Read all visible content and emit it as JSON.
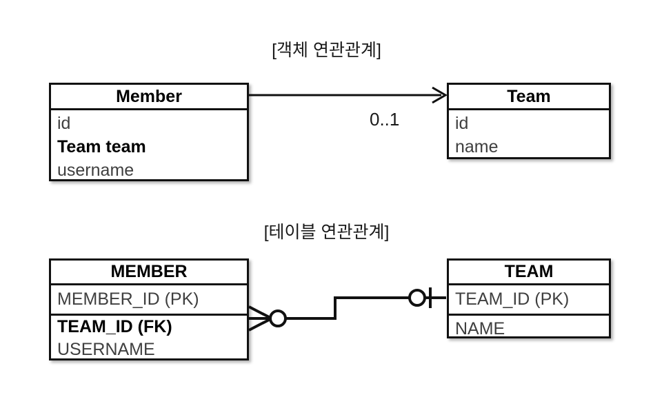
{
  "diagram": {
    "type": "entity-relationship",
    "sections": [
      {
        "title": "[객체 연관관계]",
        "kind": "object-model",
        "entities": [
          {
            "name": "Member",
            "fields": [
              {
                "label": "id",
                "emphasis": "normal"
              },
              {
                "label": "Team team",
                "emphasis": "bold"
              },
              {
                "label": "username",
                "emphasis": "normal"
              }
            ]
          },
          {
            "name": "Team",
            "fields": [
              {
                "label": "id",
                "emphasis": "normal"
              },
              {
                "label": "name",
                "emphasis": "normal"
              }
            ]
          }
        ],
        "relationship": {
          "from": "Member",
          "to": "Team",
          "style": "directed-association-arrow",
          "multiplicity_label": "0..1"
        }
      },
      {
        "title": "[테이블 연관관계]",
        "kind": "table-model",
        "entities": [
          {
            "name": "MEMBER",
            "fields": [
              {
                "label": "MEMBER_ID (PK)",
                "emphasis": "normal"
              },
              {
                "label": "TEAM_ID (FK)",
                "emphasis": "bold"
              },
              {
                "label": "USERNAME",
                "emphasis": "normal"
              }
            ]
          },
          {
            "name": "TEAM",
            "fields": [
              {
                "label": "TEAM_ID (PK)",
                "emphasis": "normal"
              },
              {
                "label": "NAME",
                "emphasis": "normal"
              }
            ]
          }
        ],
        "relationship": {
          "from": "MEMBER",
          "to": "TEAM",
          "style": "crows-foot",
          "from_cardinality": "zero-or-many",
          "to_cardinality": "zero-or-one"
        }
      }
    ]
  },
  "colors": {
    "stroke": "#111111",
    "background": "#ffffff",
    "field_text": "#3f3f3f",
    "emphasis_text": "#000000",
    "title_text": "#1a1a1a"
  }
}
